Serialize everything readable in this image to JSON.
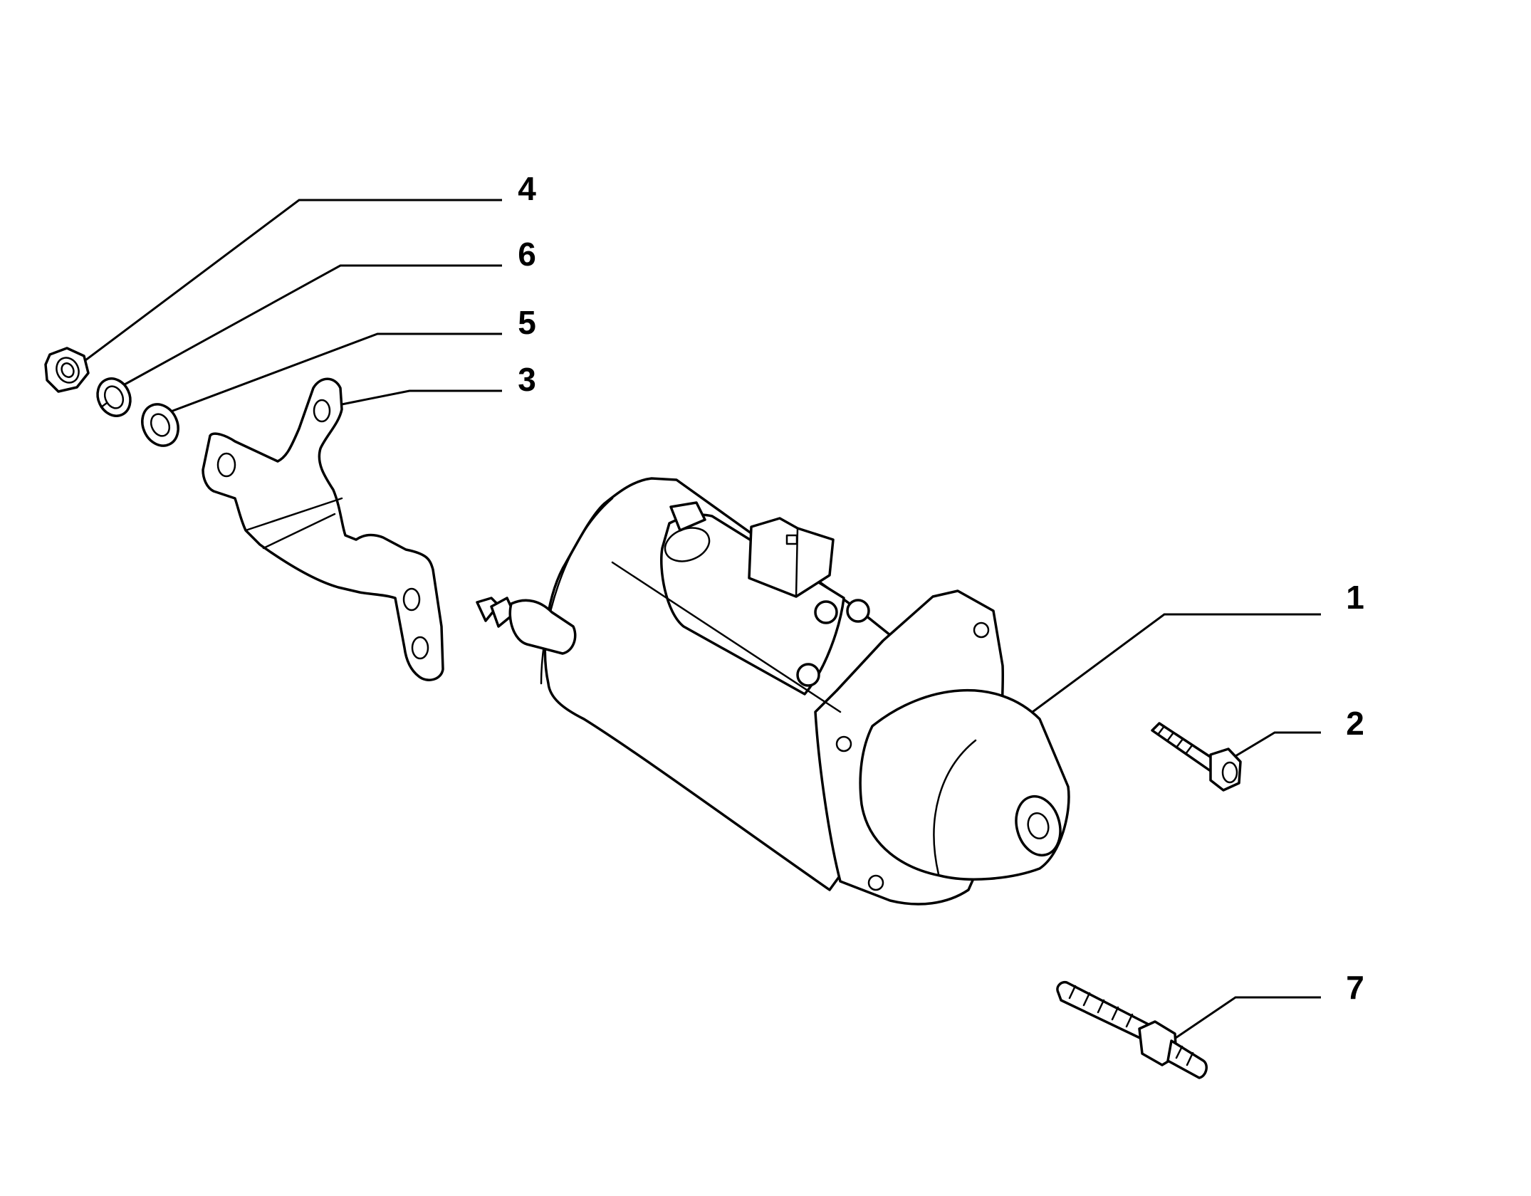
{
  "callouts": [
    {
      "id": "c1",
      "label": "1",
      "part": "starter-motor"
    },
    {
      "id": "c2",
      "label": "2",
      "part": "bolt"
    },
    {
      "id": "c3",
      "label": "3",
      "part": "bracket"
    },
    {
      "id": "c4",
      "label": "4",
      "part": "hex-nut"
    },
    {
      "id": "c5",
      "label": "5",
      "part": "flat-washer"
    },
    {
      "id": "c6",
      "label": "6",
      "part": "spring-washer"
    },
    {
      "id": "c7",
      "label": "7",
      "part": "stud"
    }
  ]
}
